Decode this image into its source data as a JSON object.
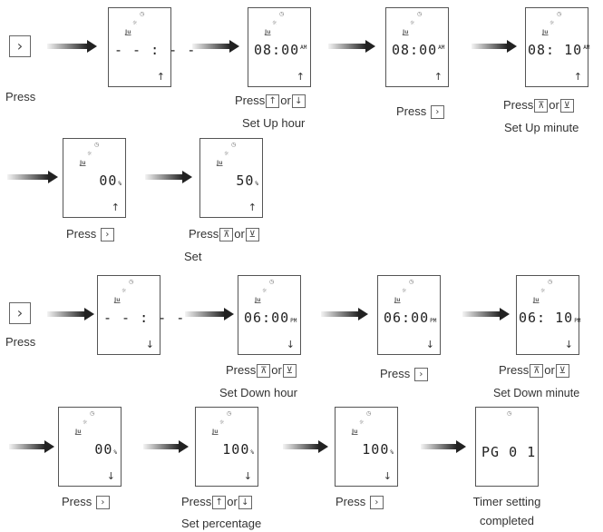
{
  "press_label": "Press",
  "or_label": "or",
  "icons": {
    "right_key": "›",
    "up_key": "↑",
    "down_key": "↓",
    "up_bar_key": "⊼",
    "down_bar_key": "⊻",
    "up_mode": "↑",
    "down_mode": "↓",
    "clock": "◷",
    "sun": "☼",
    "week": "Ju"
  },
  "screens": {
    "s1": {
      "value": "- - : - -"
    },
    "s2": {
      "value": "08:00",
      "suffix": "AM"
    },
    "s3": {
      "value": "08:00",
      "suffix": "AM"
    },
    "s4": {
      "value": "08: 10",
      "suffix": "AM"
    },
    "s5": {
      "value": "00",
      "suffix": "%"
    },
    "s6": {
      "value": "50",
      "suffix": "%"
    },
    "s7": {
      "value": "- - : - -"
    },
    "s8": {
      "value": "06:00",
      "suffix": "PM"
    },
    "s9": {
      "value": "06:00",
      "suffix": "PM"
    },
    "s10": {
      "value": "06: 10",
      "suffix": "PM"
    },
    "s11": {
      "value": "00",
      "suffix": "%"
    },
    "s12": {
      "value": "100",
      "suffix": "%"
    },
    "s13": {
      "value": "100",
      "suffix": "%"
    },
    "s14": {
      "value": "PG 0 1"
    }
  },
  "captions": {
    "set_up_hour": "Set Up hour",
    "set_up_minute": "Set Up minute",
    "set": "Set",
    "set_down_hour": "Set Down hour",
    "set_down_minute": "Set Down minute",
    "set_percentage": "Set  percentage",
    "timer_line1": "Timer setting",
    "timer_line2": "completed"
  }
}
